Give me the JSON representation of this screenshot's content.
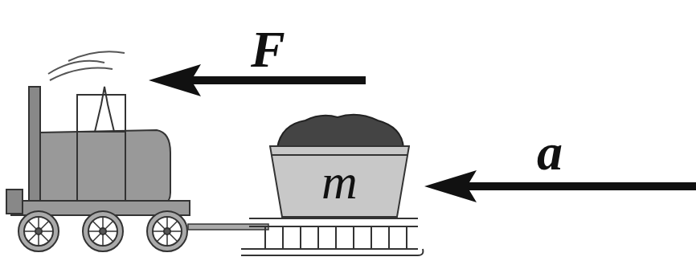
{
  "diagram": {
    "nodes": [
      {
        "text": [
          "m"
        ]
      }
    ],
    "labels": [
      "F",
      "a"
    ]
  }
}
